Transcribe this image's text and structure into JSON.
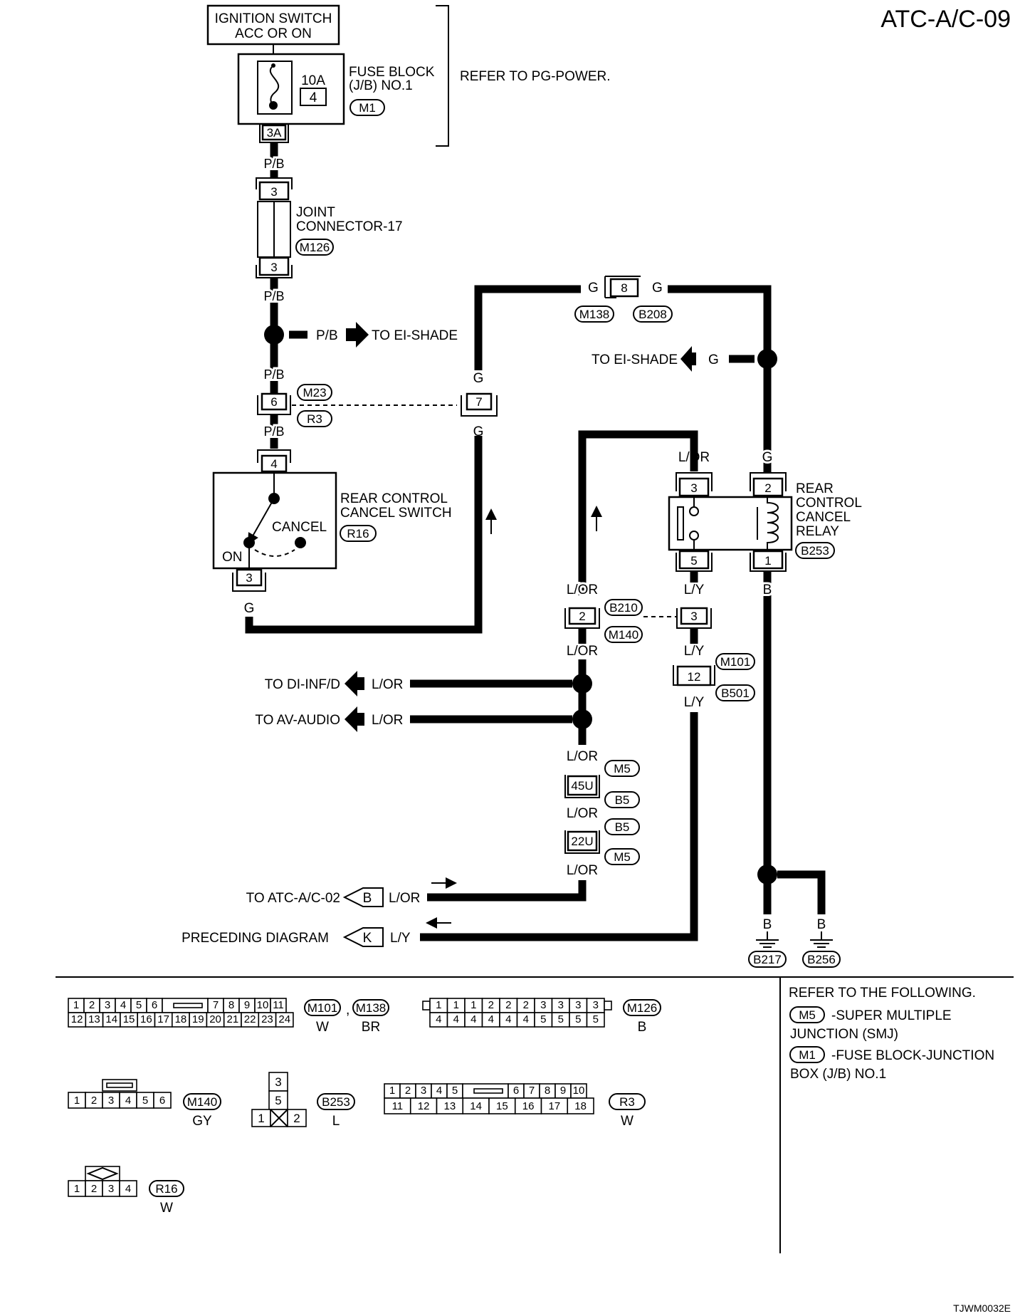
{
  "page_code": "ATC-A/C-09",
  "figure_code": "TJWM0032E",
  "ignition": {
    "line1": "IGNITION SWITCH",
    "line2": "ACC OR ON"
  },
  "fuse_block": {
    "rating": "10A",
    "number": "4",
    "line1": "FUSE BLOCK",
    "line2": "(J/B) NO.1",
    "connector": "M1",
    "terminal": "3A",
    "refer": "REFER TO PG-POWER."
  },
  "joint_connector": {
    "line1": "JOINT",
    "line2": "CONNECTOR-17",
    "connector": "M126",
    "pin_in": "3",
    "pin_out": "3"
  },
  "switch": {
    "line1": "REAR CONTROL",
    "line2": "CANCEL SWITCH",
    "connector": "R16",
    "pin_in": "4",
    "pin_out": "3",
    "pos_cancel": "CANCEL",
    "pos_on": "ON"
  },
  "relay": {
    "line1": "REAR",
    "line2": "CONTROL",
    "line3": "CANCEL",
    "line4": "RELAY",
    "connector": "B253",
    "pin3": "3",
    "pin5": "5",
    "pin2": "2",
    "pin1": "1"
  },
  "wire_colors": {
    "pb": "P/B",
    "g": "G",
    "lor": "L/OR",
    "ly": "L/Y",
    "b": "B"
  },
  "connectors": {
    "c8": {
      "pin": "8",
      "left": "M138",
      "right": "B208"
    },
    "c6": {
      "pin": "6",
      "upper": "M23",
      "lower": "R3"
    },
    "c7": {
      "pin": "7"
    },
    "c2": {
      "pin": "2",
      "upper": "B210",
      "lower": "M140"
    },
    "c3": {
      "pin": "3"
    },
    "c12": {
      "pin": "12",
      "upper": "M101",
      "lower": "B501"
    },
    "c45u": {
      "pin": "45U",
      "a": "M5",
      "b": "B5"
    },
    "c22u": {
      "pin": "22U",
      "a": "B5",
      "b": "M5"
    }
  },
  "destinations": {
    "to_ei_shade_1": "TO EI-SHADE",
    "to_ei_shade_2": "TO EI-SHADE",
    "to_di_inf": "TO DI-INF/D",
    "to_av_audio": "TO AV-AUDIO",
    "to_atc_02": "TO ATC-A/C-02",
    "preceding": "PRECEDING DIAGRAM",
    "flag_b": "B",
    "flag_k": "K"
  },
  "grounds": {
    "g1": "B217",
    "g2": "B256"
  },
  "connector_faces": {
    "m101_m138": {
      "top_left": [
        "1",
        "2",
        "3",
        "4",
        "5",
        "6"
      ],
      "top_right": [
        "7",
        "8",
        "9",
        "10",
        "11"
      ],
      "bottom": [
        "12",
        "13",
        "14",
        "15",
        "16",
        "17",
        "18",
        "19",
        "20",
        "21",
        "22",
        "23",
        "24"
      ],
      "id1": "M101",
      "comma": ",",
      "id2": "M138",
      "color1": "W",
      "color2": "BR"
    },
    "m126": {
      "top": [
        "1",
        "1",
        "1",
        "2",
        "2",
        "2",
        "3",
        "3",
        "3",
        "3"
      ],
      "bottom": [
        "4",
        "4",
        "4",
        "4",
        "4",
        "4",
        "5",
        "5",
        "5",
        "5"
      ],
      "id": "M126",
      "color": "B"
    },
    "m140": {
      "cells": [
        "1",
        "2",
        "3",
        "4",
        "5",
        "6"
      ],
      "id": "M140",
      "color": "GY"
    },
    "b253": {
      "top": "3",
      "mid": "5",
      "left": "1",
      "right": "2",
      "id": "B253",
      "color": "L"
    },
    "r3": {
      "top_left": [
        "1",
        "2",
        "3",
        "4",
        "5"
      ],
      "top_right": [
        "6",
        "7",
        "8",
        "9",
        "10"
      ],
      "bottom": [
        "11",
        "12",
        "13",
        "14",
        "15",
        "16",
        "17",
        "18"
      ],
      "id": "R3",
      "color": "W"
    },
    "r16": {
      "cells": [
        "1",
        "2",
        "3",
        "4"
      ],
      "id": "R16",
      "color": "W"
    }
  },
  "refer_notes": {
    "title": "REFER TO THE FOLLOWING.",
    "m5_id": "M5",
    "m5_line1": "-SUPER MULTIPLE",
    "m5_line2": "JUNCTION (SMJ)",
    "m1_id": "M1",
    "m1_line1": "-FUSE BLOCK-JUNCTION",
    "m1_line2": "BOX (J/B) NO.1"
  }
}
